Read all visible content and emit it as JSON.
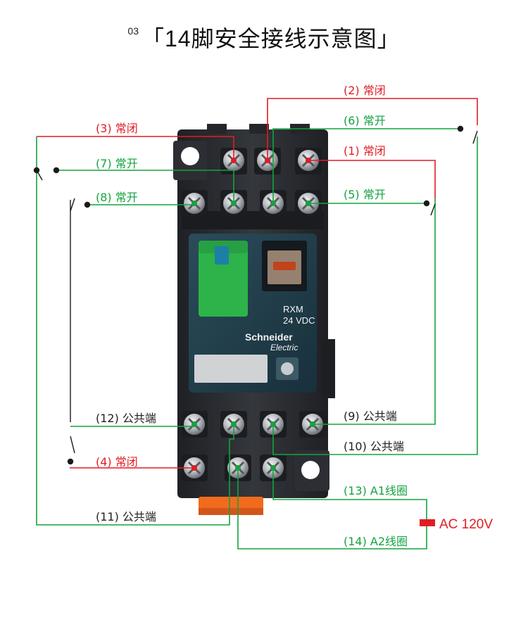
{
  "header": {
    "step_number": "03",
    "title": "「14脚安全接线示意图」"
  },
  "relay": {
    "model": "RXM",
    "voltage": "24 VDC",
    "brand": "Schneider",
    "brand_sub": "Electric"
  },
  "terminals": {
    "t1": "(1) 常闭",
    "t2": "(2) 常闭",
    "t3": "(3) 常闭",
    "t4": "(4) 常闭",
    "t5": "(5) 常开",
    "t6": "(6) 常开",
    "t7": "(7) 常开",
    "t8": "(8) 常开",
    "t9": "(9) 公共端",
    "t10": "(10) 公共端",
    "t11": "(11) 公共端",
    "t12": "(12) 公共端",
    "t13": "(13) A1线圈",
    "t14": "(14) A2线圈"
  },
  "power": {
    "label": "AC 120V"
  },
  "colors": {
    "nc_wire": "#e11d24",
    "no_wire": "#14a33e",
    "common_wire": "#14a33e",
    "relay_body": "#2a2c30",
    "cover": "#1f3a46",
    "button": "#2db34a",
    "base_tab": "#f26b1d"
  }
}
